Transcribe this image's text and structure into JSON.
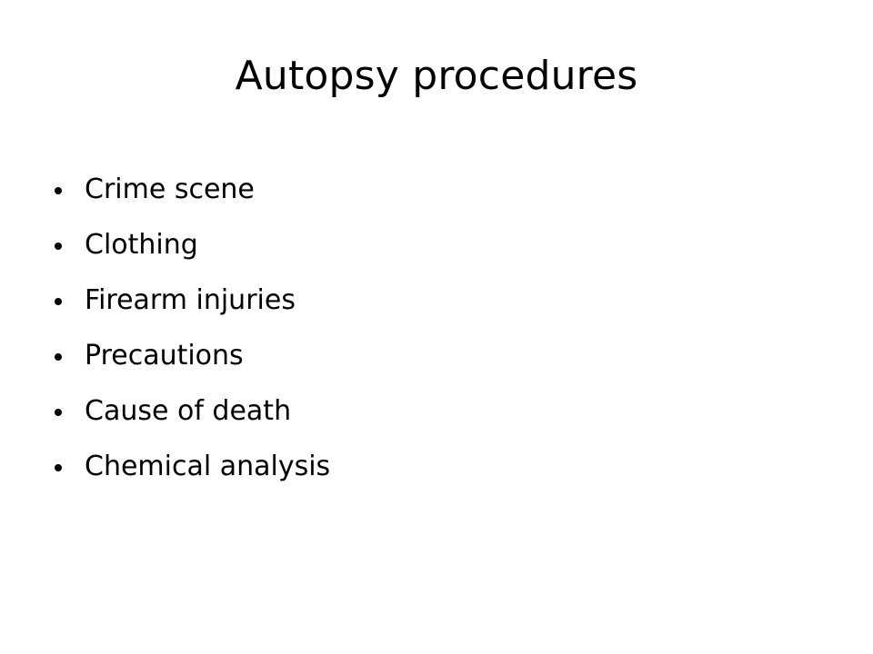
{
  "slide": {
    "title": "Autopsy procedures",
    "bullets": [
      "Crime scene",
      "Clothing",
      "Firearm injuries",
      "Precautions",
      "Cause of death",
      "Chemical analysis"
    ]
  }
}
